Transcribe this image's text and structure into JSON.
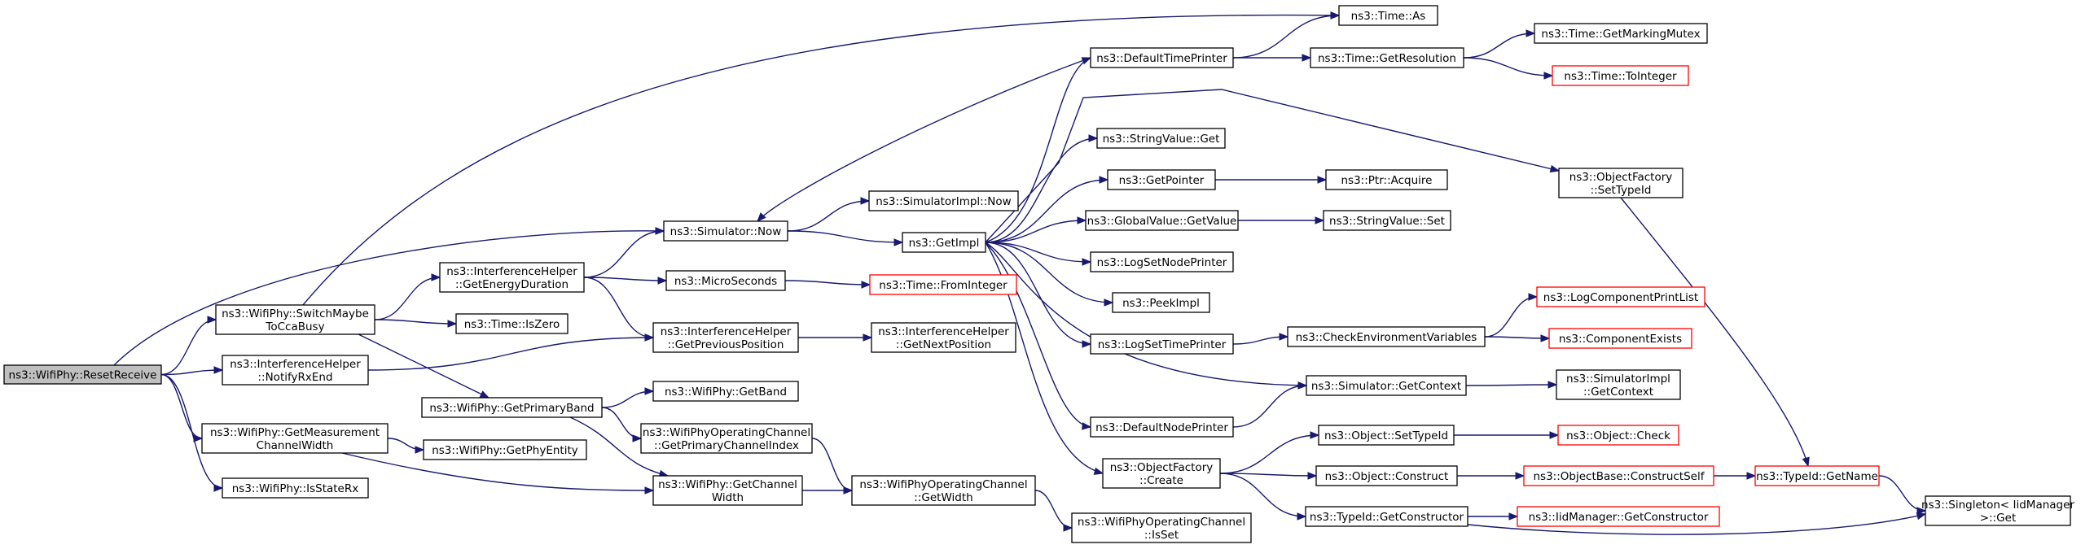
{
  "graph": {
    "colors": {
      "edge": "#191970",
      "border": "#000000",
      "red_border": "#ff0000",
      "root_fill": "#bfbfbf"
    },
    "nodes": [
      {
        "id": "reset",
        "lines": [
          "ns3::WifiPhy::ResetReceive"
        ],
        "style": "root"
      },
      {
        "id": "switch",
        "lines": [
          "ns3::WifiPhy::SwitchMaybe",
          "ToCcaBusy"
        ],
        "style": "normal"
      },
      {
        "id": "notifyrx",
        "lines": [
          "ns3::InterferenceHelper",
          "::NotifyRxEnd"
        ],
        "style": "normal"
      },
      {
        "id": "getmeas",
        "lines": [
          "ns3::WifiPhy::GetMeasurement",
          "ChannelWidth"
        ],
        "style": "normal"
      },
      {
        "id": "isstaterx",
        "lines": [
          "ns3::WifiPhy::IsStateRx"
        ],
        "style": "normal"
      },
      {
        "id": "simnow",
        "lines": [
          "ns3::Simulator::Now"
        ],
        "style": "normal"
      },
      {
        "id": "getenergy",
        "lines": [
          "ns3::InterferenceHelper",
          "::GetEnergyDuration"
        ],
        "style": "normal"
      },
      {
        "id": "iszero",
        "lines": [
          "ns3::Time::IsZero"
        ],
        "style": "normal"
      },
      {
        "id": "getprimaryband",
        "lines": [
          "ns3::WifiPhy::GetPrimaryBand"
        ],
        "style": "normal"
      },
      {
        "id": "getphyentity",
        "lines": [
          "ns3::WifiPhy::GetPhyEntity"
        ],
        "style": "normal"
      },
      {
        "id": "simimplnow",
        "lines": [
          "ns3::SimulatorImpl::Now"
        ],
        "style": "normal"
      },
      {
        "id": "getimpl",
        "lines": [
          "ns3::GetImpl"
        ],
        "style": "normal"
      },
      {
        "id": "microseconds",
        "lines": [
          "ns3::MicroSeconds"
        ],
        "style": "normal"
      },
      {
        "id": "getprevpos",
        "lines": [
          "ns3::InterferenceHelper",
          "::GetPreviousPosition"
        ],
        "style": "normal"
      },
      {
        "id": "getband",
        "lines": [
          "ns3::WifiPhy::GetBand"
        ],
        "style": "normal"
      },
      {
        "id": "getprimchidx",
        "lines": [
          "ns3::WifiPhyOperatingChannel",
          "::GetPrimaryChannelIndex"
        ],
        "style": "normal"
      },
      {
        "id": "getchwidth",
        "lines": [
          "ns3::WifiPhy::GetChannel",
          "Width"
        ],
        "style": "normal"
      },
      {
        "id": "fromint",
        "lines": [
          "ns3::Time::FromInteger"
        ],
        "style": "red"
      },
      {
        "id": "getnextpos",
        "lines": [
          "ns3::InterferenceHelper",
          "::GetNextPosition"
        ],
        "style": "normal"
      },
      {
        "id": "opgetwidth",
        "lines": [
          "ns3::WifiPhyOperatingChannel",
          "::GetWidth"
        ],
        "style": "normal"
      },
      {
        "id": "isset",
        "lines": [
          "ns3::WifiPhyOperatingChannel",
          "::IsSet"
        ],
        "style": "normal"
      },
      {
        "id": "deftimeprinter",
        "lines": [
          "ns3::DefaultTimePrinter"
        ],
        "style": "normal"
      },
      {
        "id": "strvalget",
        "lines": [
          "ns3::StringValue::Get"
        ],
        "style": "normal"
      },
      {
        "id": "getpointer",
        "lines": [
          "ns3::GetPointer"
        ],
        "style": "normal"
      },
      {
        "id": "gvgetvalue",
        "lines": [
          "ns3::GlobalValue::GetValue"
        ],
        "style": "normal"
      },
      {
        "id": "logsetnode",
        "lines": [
          "ns3::LogSetNodePrinter"
        ],
        "style": "normal"
      },
      {
        "id": "peekimpl",
        "lines": [
          "ns3::PeekImpl"
        ],
        "style": "normal"
      },
      {
        "id": "logsettime",
        "lines": [
          "ns3::LogSetTimePrinter"
        ],
        "style": "normal"
      },
      {
        "id": "defnodeprinter",
        "lines": [
          "ns3::DefaultNodePrinter"
        ],
        "style": "normal"
      },
      {
        "id": "ofcreate",
        "lines": [
          "ns3::ObjectFactory",
          "::Create"
        ],
        "style": "normal"
      },
      {
        "id": "timeas",
        "lines": [
          "ns3::Time::As"
        ],
        "style": "normal"
      },
      {
        "id": "getres",
        "lines": [
          "ns3::Time::GetResolution"
        ],
        "style": "normal"
      },
      {
        "id": "ptracquire",
        "lines": [
          "ns3::Ptr::Acquire"
        ],
        "style": "normal"
      },
      {
        "id": "strvalset",
        "lines": [
          "ns3::StringValue::Set"
        ],
        "style": "normal"
      },
      {
        "id": "checkenv",
        "lines": [
          "ns3::CheckEnvironmentVariables"
        ],
        "style": "normal"
      },
      {
        "id": "simgetctx",
        "lines": [
          "ns3::Simulator::GetContext"
        ],
        "style": "normal"
      },
      {
        "id": "objsettypeid",
        "lines": [
          "ns3::Object::SetTypeId"
        ],
        "style": "normal"
      },
      {
        "id": "objconstruct",
        "lines": [
          "ns3::Object::Construct"
        ],
        "style": "normal"
      },
      {
        "id": "typeidgetctor",
        "lines": [
          "ns3::TypeId::GetConstructor"
        ],
        "style": "normal"
      },
      {
        "id": "getmarking",
        "lines": [
          "ns3::Time::GetMarkingMutex"
        ],
        "style": "normal"
      },
      {
        "id": "tointeger",
        "lines": [
          "ns3::Time::ToInteger"
        ],
        "style": "red"
      },
      {
        "id": "ofsettypeid",
        "lines": [
          "ns3::ObjectFactory",
          "::SetTypeId"
        ],
        "style": "normal"
      },
      {
        "id": "logcomplist",
        "lines": [
          "ns3::LogComponentPrintList"
        ],
        "style": "red"
      },
      {
        "id": "compexists",
        "lines": [
          "ns3::ComponentExists"
        ],
        "style": "red"
      },
      {
        "id": "simimplgetctx",
        "lines": [
          "ns3::SimulatorImpl",
          "::GetContext"
        ],
        "style": "normal"
      },
      {
        "id": "objcheck",
        "lines": [
          "ns3::Object::Check"
        ],
        "style": "red"
      },
      {
        "id": "objbaseconstruct",
        "lines": [
          "ns3::ObjectBase::ConstructSelf"
        ],
        "style": "red"
      },
      {
        "id": "iidgetctor",
        "lines": [
          "ns3::IidManager::GetConstructor"
        ],
        "style": "red"
      },
      {
        "id": "typeidgetname",
        "lines": [
          "ns3::TypeId::GetName"
        ],
        "style": "red"
      },
      {
        "id": "singletonget",
        "lines": [
          "ns3::Singleton< IidManager",
          " >::Get"
        ],
        "style": "normal"
      }
    ],
    "edges": [
      [
        "reset",
        "simnow"
      ],
      [
        "reset",
        "switch"
      ],
      [
        "reset",
        "notifyrx"
      ],
      [
        "reset",
        "getmeas"
      ],
      [
        "reset",
        "isstaterx"
      ],
      [
        "switch",
        "timeas"
      ],
      [
        "switch",
        "getenergy"
      ],
      [
        "switch",
        "iszero"
      ],
      [
        "switch",
        "getprimaryband"
      ],
      [
        "notifyrx",
        "getprevpos"
      ],
      [
        "getmeas",
        "getphyentity"
      ],
      [
        "getmeas",
        "getchwidth"
      ],
      [
        "simnow",
        "simimplnow"
      ],
      [
        "simnow",
        "getimpl"
      ],
      [
        "getenergy",
        "simnow"
      ],
      [
        "getenergy",
        "microseconds"
      ],
      [
        "getenergy",
        "getprevpos"
      ],
      [
        "getprimaryband",
        "getband"
      ],
      [
        "getprimaryband",
        "getprimchidx"
      ],
      [
        "getprimaryband",
        "getchwidth"
      ],
      [
        "getimpl",
        "deftimeprinter"
      ],
      [
        "getimpl",
        "strvalget"
      ],
      [
        "getimpl",
        "getpointer"
      ],
      [
        "getimpl",
        "gvgetvalue"
      ],
      [
        "getimpl",
        "logsetnode"
      ],
      [
        "getimpl",
        "peekimpl"
      ],
      [
        "getimpl",
        "logsettime"
      ],
      [
        "getimpl",
        "defnodeprinter"
      ],
      [
        "getimpl",
        "ofcreate"
      ],
      [
        "getimpl",
        "ofsettypeid"
      ],
      [
        "getimpl",
        "simgetctx"
      ],
      [
        "microseconds",
        "fromint"
      ],
      [
        "getprevpos",
        "getnextpos"
      ],
      [
        "getchwidth",
        "opgetwidth"
      ],
      [
        "getprimchidx",
        "opgetwidth"
      ],
      [
        "opgetwidth",
        "isset"
      ],
      [
        "deftimeprinter",
        "simnow"
      ],
      [
        "deftimeprinter",
        "timeas"
      ],
      [
        "deftimeprinter",
        "getres"
      ],
      [
        "getpointer",
        "ptracquire"
      ],
      [
        "gvgetvalue",
        "strvalset"
      ],
      [
        "logsettime",
        "checkenv"
      ],
      [
        "defnodeprinter",
        "simgetctx"
      ],
      [
        "ofcreate",
        "objsettypeid"
      ],
      [
        "ofcreate",
        "objconstruct"
      ],
      [
        "ofcreate",
        "typeidgetctor"
      ],
      [
        "getres",
        "getmarking"
      ],
      [
        "getres",
        "tointeger"
      ],
      [
        "checkenv",
        "logcomplist"
      ],
      [
        "checkenv",
        "compexists"
      ],
      [
        "simgetctx",
        "simimplgetctx"
      ],
      [
        "objsettypeid",
        "objcheck"
      ],
      [
        "objconstruct",
        "objbaseconstruct"
      ],
      [
        "typeidgetctor",
        "iidgetctor"
      ],
      [
        "typeidgetctor",
        "singletonget"
      ],
      [
        "objbaseconstruct",
        "typeidgetname"
      ],
      [
        "ofsettypeid",
        "typeidgetname"
      ],
      [
        "typeidgetname",
        "singletonget"
      ]
    ]
  }
}
